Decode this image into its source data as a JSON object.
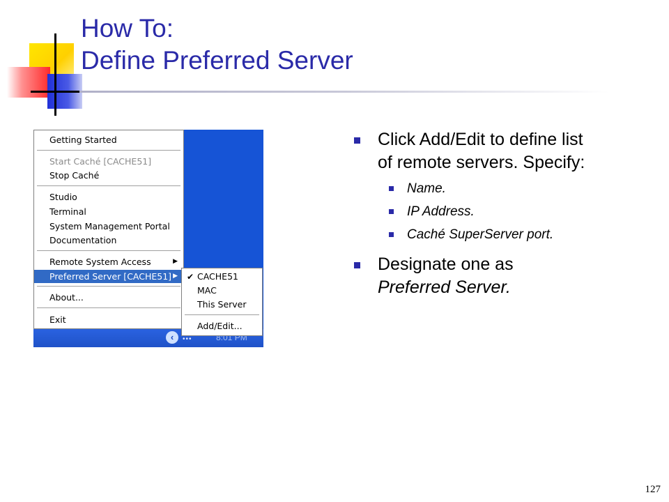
{
  "slide": {
    "title_line1": "How To:",
    "title_line2": "Define Preferred Server",
    "page_number": "127"
  },
  "menu": {
    "items": [
      {
        "label": "Getting Started"
      },
      {
        "label": "Start Caché [CACHE51]"
      },
      {
        "label": "Stop Caché"
      },
      {
        "label": "Studio"
      },
      {
        "label": "Terminal"
      },
      {
        "label": "System Management Portal"
      },
      {
        "label": "Documentation"
      },
      {
        "label": "Remote System Access"
      },
      {
        "label": "Preferred Server [CACHE51]"
      },
      {
        "label": "About..."
      },
      {
        "label": "Exit"
      }
    ],
    "arrow_glyph": "▶"
  },
  "submenu": {
    "items": [
      {
        "label": "CACHE51",
        "checked": true
      },
      {
        "label": "MAC"
      },
      {
        "label": "This Server"
      },
      {
        "label": "Add/Edit..."
      }
    ],
    "check_glyph": "✔"
  },
  "taskbar": {
    "arrow_glyph": "‹",
    "dots": "•••",
    "time": "8:01 PM"
  },
  "bullets": {
    "b1_line1": "Click Add/Edit to define list",
    "b1_line2": "of remote servers. Specify:",
    "sub": [
      "Name.",
      "IP Address.",
      "Caché SuperServer port."
    ],
    "b2_line1": "Designate one as",
    "b2_line2": "Preferred Server."
  },
  "colors": {
    "title": "#2a2aa8",
    "desktop": "#1654d6",
    "menu_highlight": "#316ac5"
  }
}
